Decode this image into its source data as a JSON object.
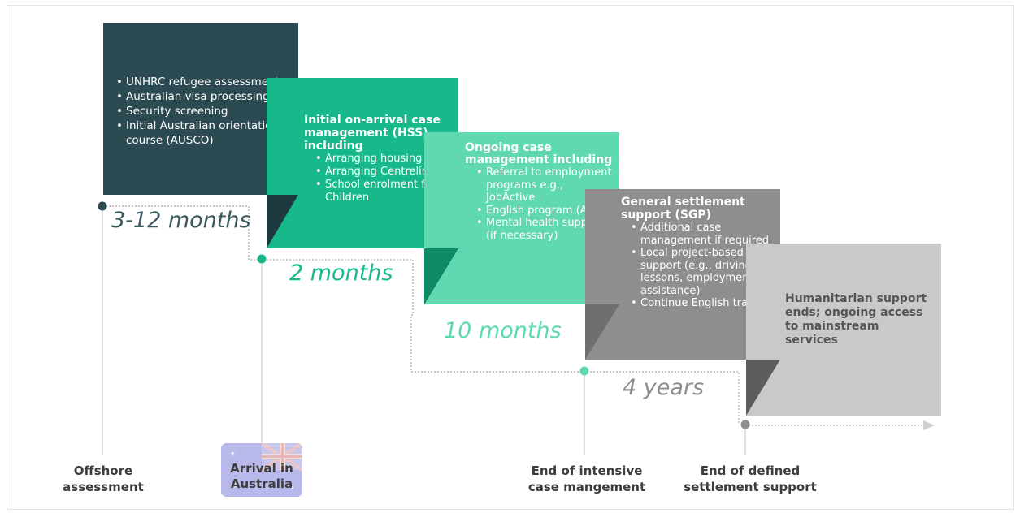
{
  "colors": {
    "step1": "#2c4a51",
    "step2": "#17b98a",
    "step3": "#60d9b2",
    "step4": "#8e8e8e",
    "step5": "#c9c9c9",
    "dark_text": "#3d3d3d"
  },
  "steps": [
    {
      "title": "",
      "items": [
        "UNHRC refugee assessment",
        "Australian visa processing",
        "Security screening",
        "Initial Australian orientation course (AUSCO)"
      ]
    },
    {
      "title": "Initial on-arrival case management (HSS) including",
      "items": [
        "Arranging housing",
        "Arranging Centrelink",
        "School enrolment for Children"
      ]
    },
    {
      "title": "Ongoing case management including",
      "items": [
        "Referral to employment programs e.g., JobActive",
        "English program (AMEP)",
        "Mental health support (if necessary)"
      ]
    },
    {
      "title": "General settlement support (SGP)",
      "items": [
        "Additional case management if required",
        "Local project-based support (e.g., driving lessons, employment assistance)",
        "Continue English training"
      ]
    },
    {
      "title": "Humanitarian support ends; ongoing access to mainstream services",
      "items": []
    }
  ],
  "durations": [
    "3-12 months",
    "2 months",
    "10 months",
    "4 years"
  ],
  "milestones": [
    "Offshore assessment",
    "Arrival in Australia",
    "End of intensive case mangement",
    "End of defined settlement support"
  ],
  "milestone_lines": {
    "m1_line1": "Offshore",
    "m1_line2": "assessment",
    "m2_line1": "Arrival in",
    "m2_line2": "Australia",
    "m3_line1": "End of intensive",
    "m3_line2": "case mangement",
    "m4_line1": "End of defined",
    "m4_line2": "settlement support"
  },
  "icons": [
    "australian-flag-icon",
    "timeline-dot-icon",
    "arrow-right-icon"
  ]
}
